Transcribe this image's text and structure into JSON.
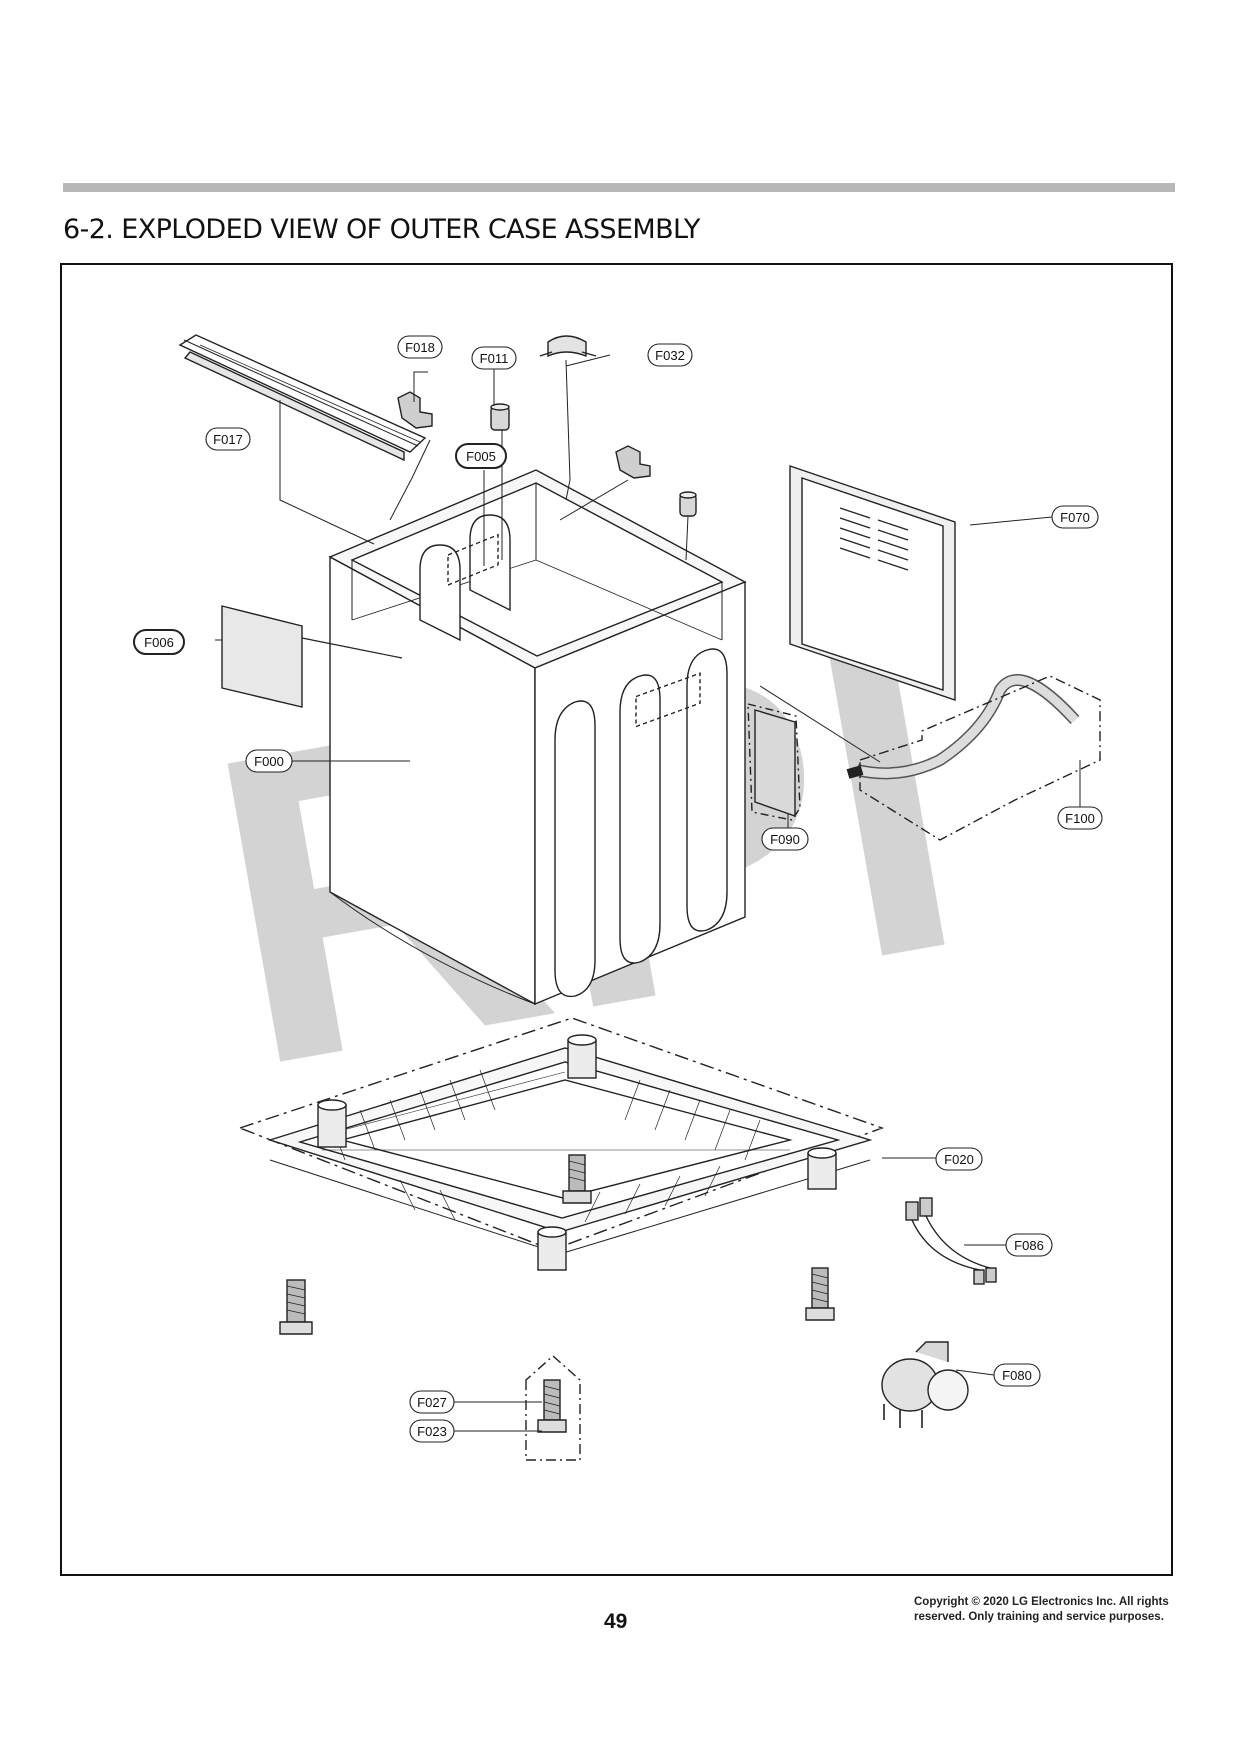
{
  "header": {
    "title": "6-2. EXPLODED VIEW OF OUTER CASE ASSEMBLY"
  },
  "watermark": "RPI",
  "part_labels": {
    "f000": "F000",
    "f005": "F005",
    "f006": "F006",
    "f011": "F011",
    "f017": "F017",
    "f018": "F018",
    "f020": "F020",
    "f023": "F023",
    "f027": "F027",
    "f032": "F032",
    "f070": "F070",
    "f080": "F080",
    "f086": "F086",
    "f090": "F090",
    "f100": "F100"
  },
  "footer": {
    "page_number": "49",
    "copyright_line1": "Copyright © 2020 LG Electronics Inc. All rights",
    "copyright_line2": "reserved. Only training and service purposes."
  },
  "colors": {
    "rule": "#b7b7b7",
    "watermark": "#d3d3d3",
    "ink": "#111111"
  }
}
